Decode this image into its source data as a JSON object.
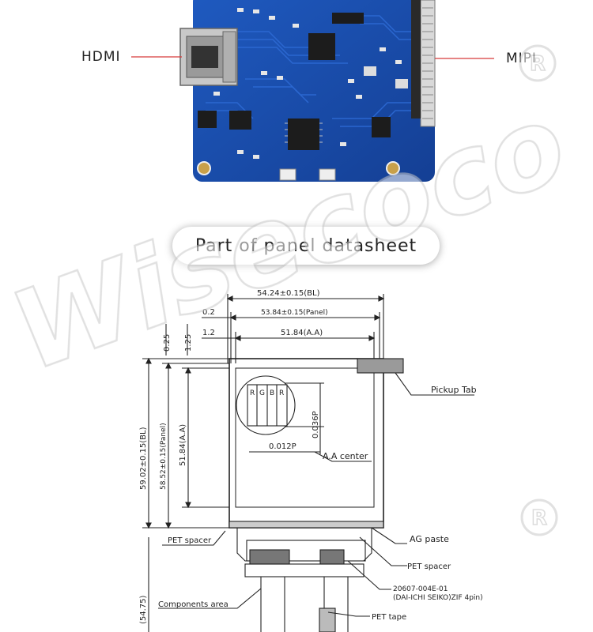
{
  "board": {
    "hdmi_label": "HDMI",
    "mipi_label": "MIPI"
  },
  "section": {
    "title": "Part of panel datasheet"
  },
  "drawing": {
    "dim_bl_width": "54.24±0.15(BL)",
    "dim_offset_02": "0.2",
    "dim_panel_width": "53.84±0.15(Panel)",
    "dim_offset_12": "1.2",
    "dim_aa_width": "51.84(A.A)",
    "dim_025": "0.25",
    "dim_125": "1.25",
    "dim_bl_height": "59.02±0.15(BL)",
    "dim_panel_height": "58.52±0.15(Panel)",
    "dim_aa_height": "51.84(A.A)",
    "dim_5475": "(54.75)",
    "pitch_v": "0.036P",
    "pitch_h": "0.012P",
    "pixel_letters": [
      "R",
      "G",
      "B",
      "R"
    ],
    "callouts": {
      "pickup_tab": "Pickup Tab",
      "aa_center": "A.A center",
      "pet_spacer_left": "PET spacer",
      "ag_paste": "AG paste",
      "pet_spacer_right": "PET spacer",
      "connector_line1": "20607-004E-01",
      "connector_line2": "(DAI-ICHI SEIKO)ZIF 4pin)",
      "components_area": "Components area",
      "pet_tape": "PET tape"
    }
  },
  "watermark": {
    "text": "Wisecoco",
    "registered_mark": "R"
  },
  "colors": {
    "pcb_blue": "#1b4fae",
    "pcb_dark": "#123b8c",
    "line": "#222222",
    "callout_red": "#d63a3a"
  }
}
